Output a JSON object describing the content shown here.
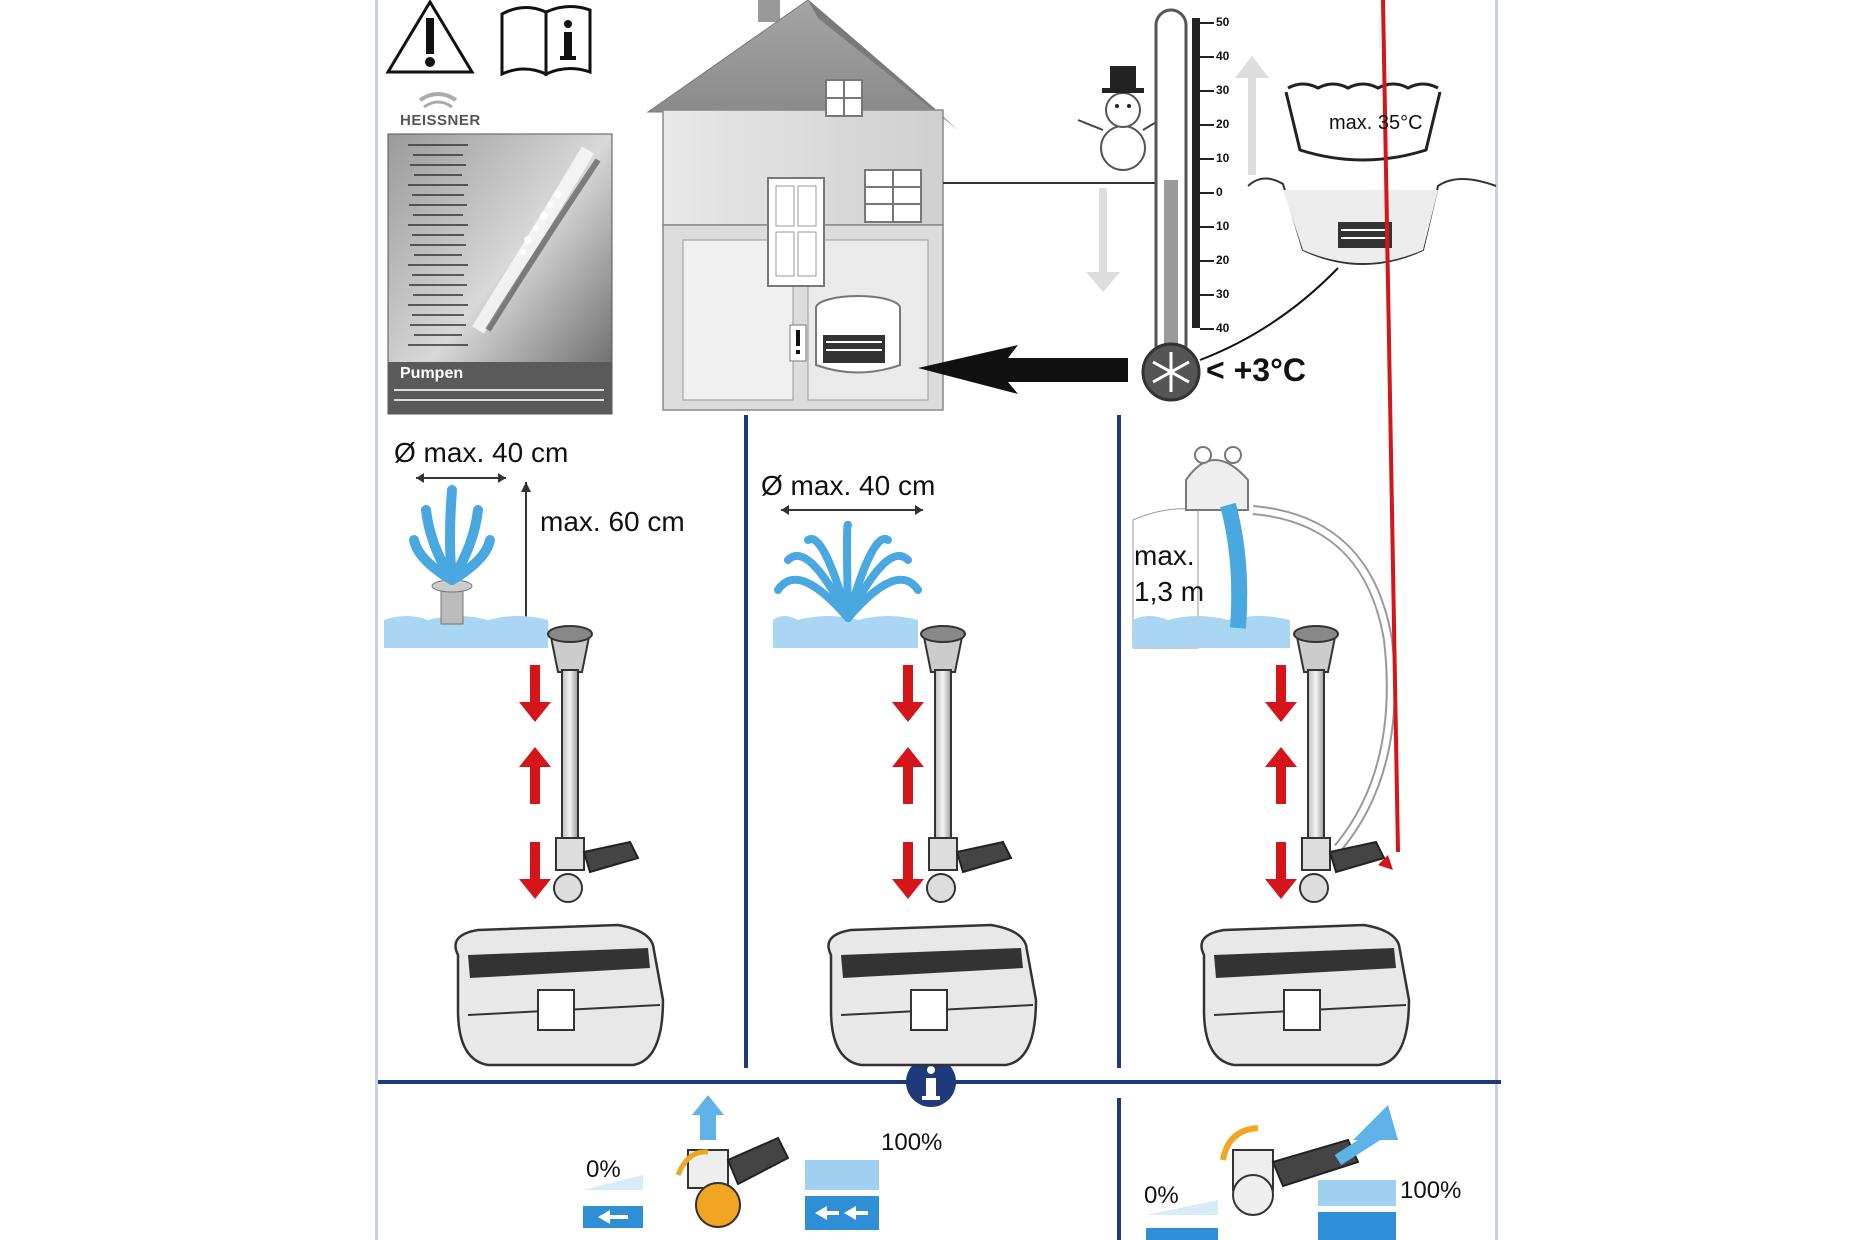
{
  "manual": {
    "brand": "HEISSNER",
    "title": "Pumpen"
  },
  "thermometer": {
    "ticks": [
      "50",
      "40",
      "30",
      "20",
      "10",
      "0",
      "10",
      "20",
      "30",
      "40"
    ],
    "min_temp": "< +3°C"
  },
  "basin": {
    "max_temp": "max. 35°C"
  },
  "panels": [
    {
      "diameter": "Ø max. 40 cm",
      "height": "max. 60 cm"
    },
    {
      "diameter": "Ø max. 40 cm"
    },
    {
      "height_line1": "max.",
      "height_line2": "1,3 m"
    }
  ],
  "flow_controls": [
    {
      "min": "0%",
      "max": "100%"
    },
    {
      "min": "0%",
      "max": "100%"
    }
  ],
  "colors": {
    "navy": "#1f3a7a",
    "water": "#4aa8e0",
    "arrow_red": "#d6151b",
    "dial_orange": "#f0a623"
  }
}
